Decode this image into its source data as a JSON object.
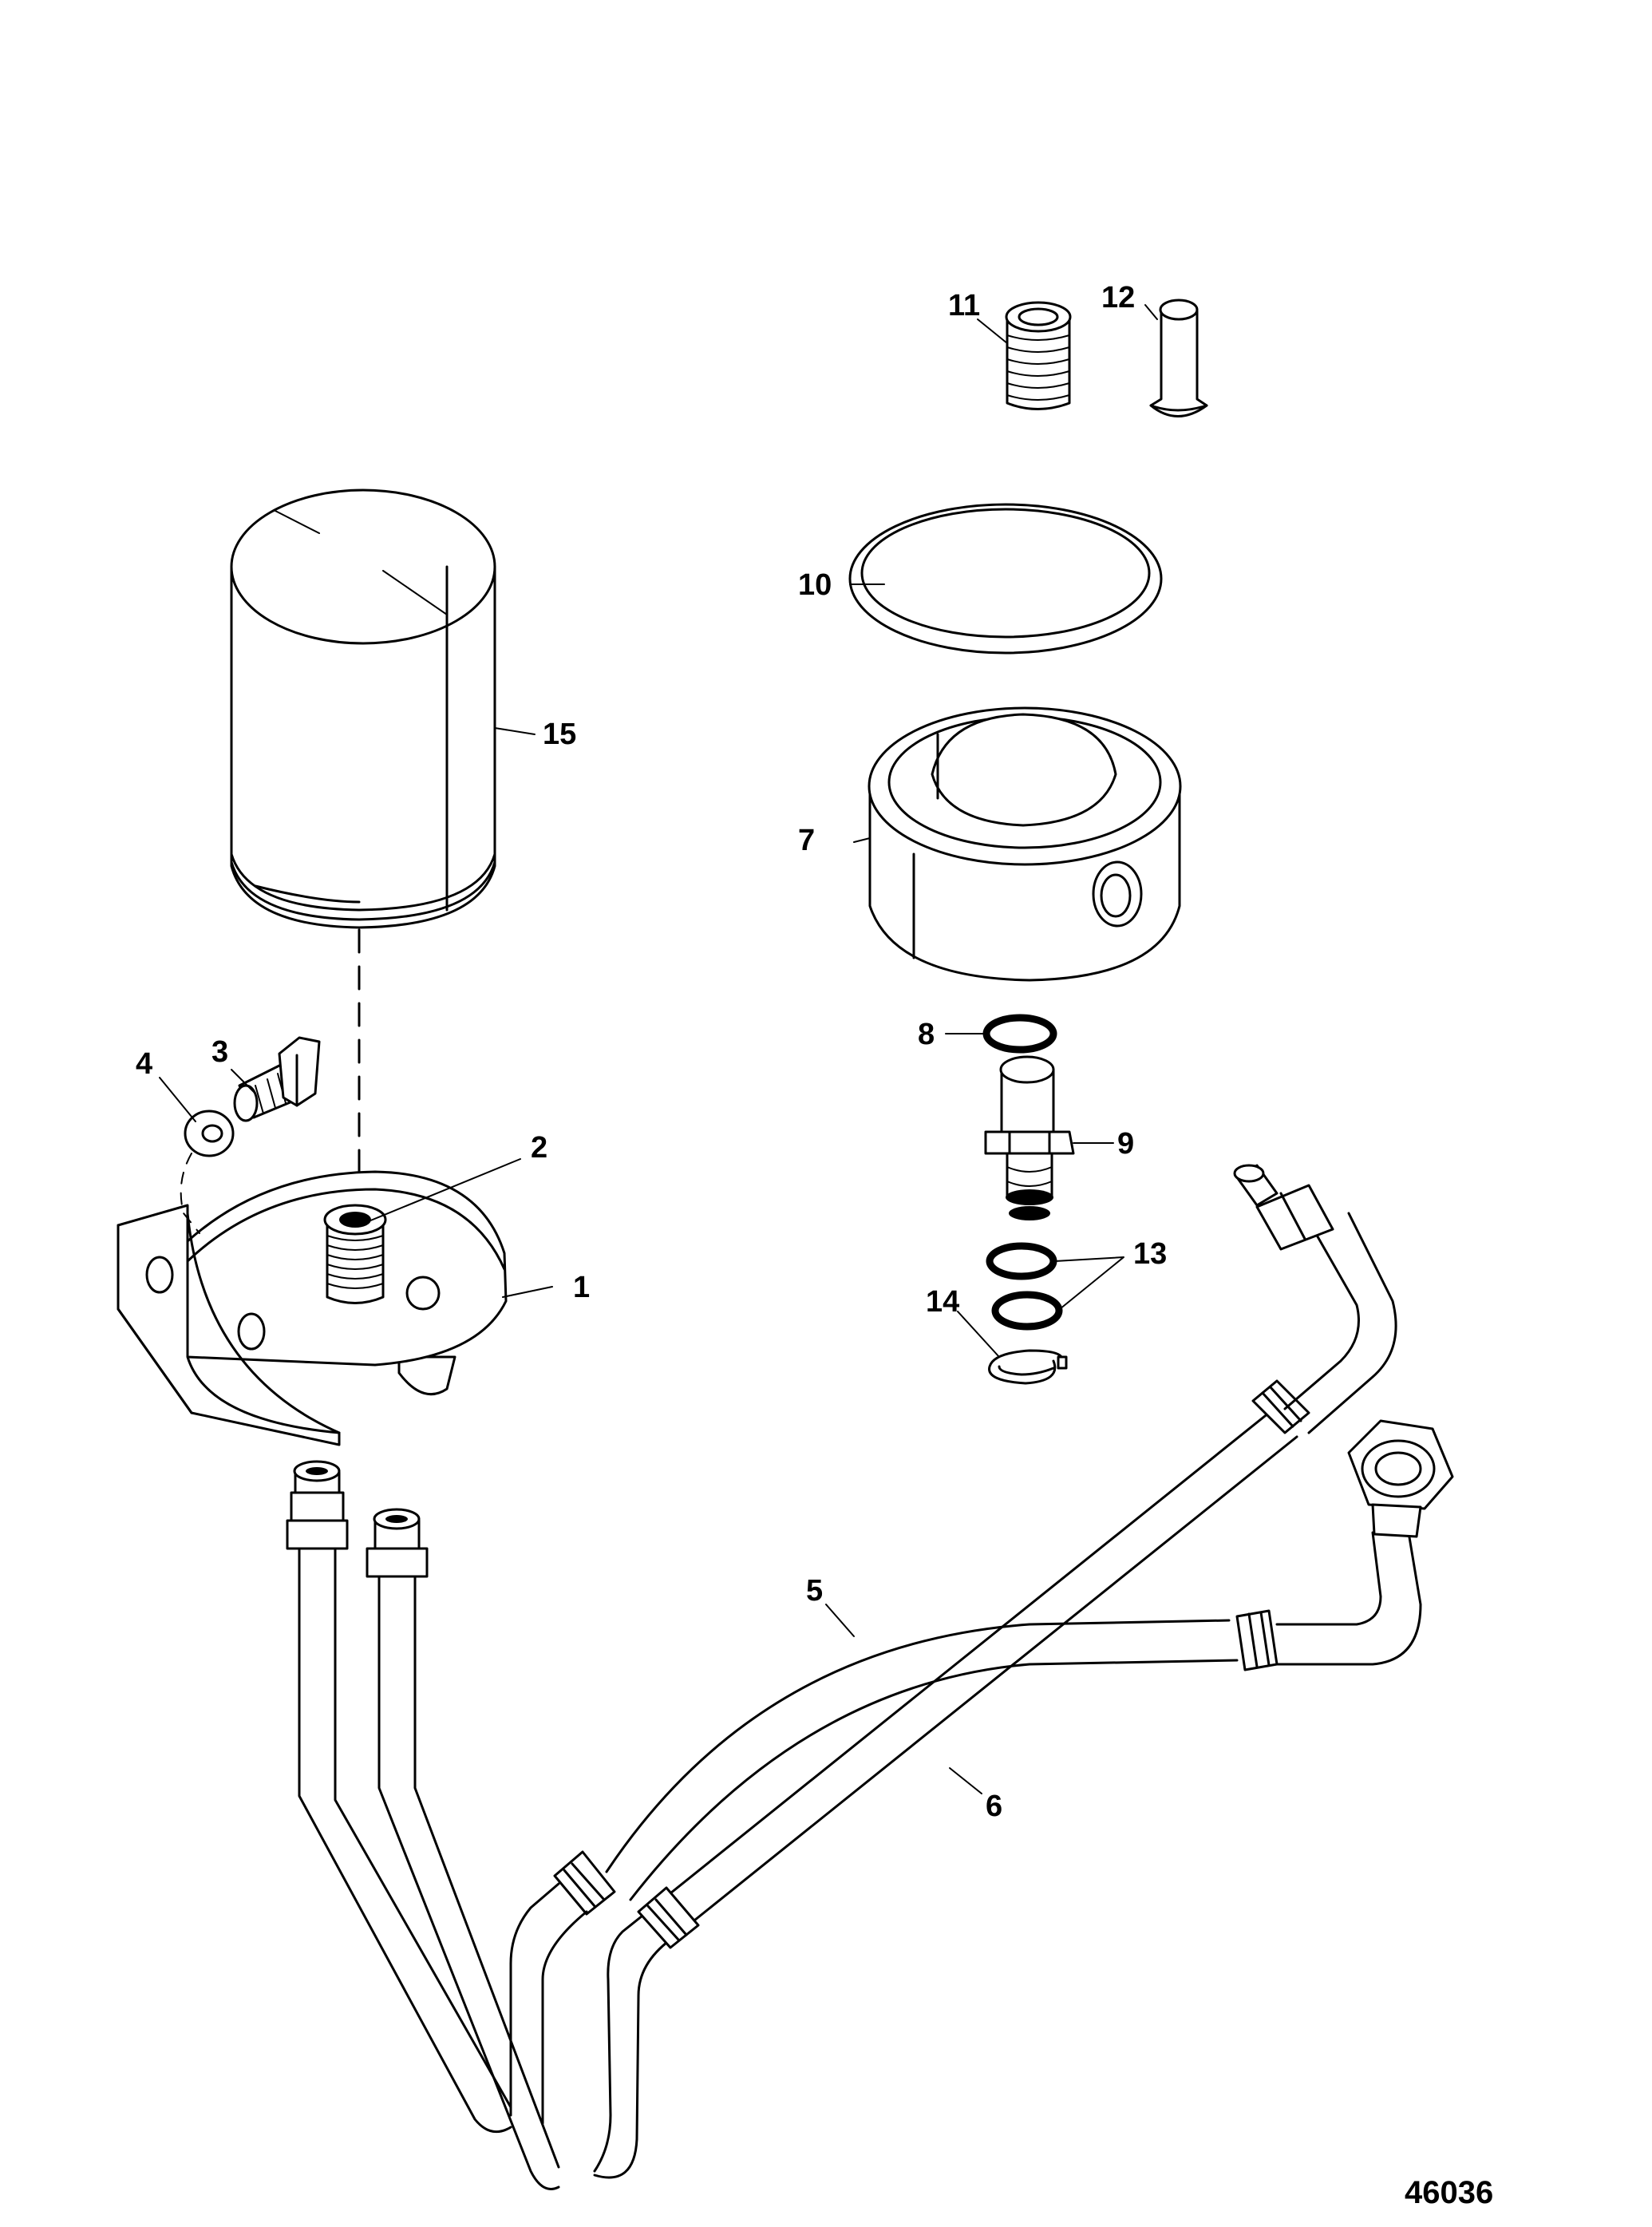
{
  "callouts": {
    "c1": "1",
    "c2": "2",
    "c3": "3",
    "c4": "4",
    "c5": "5",
    "c6": "6",
    "c7": "7",
    "c8": "8",
    "c9": "9",
    "c10": "10",
    "c11": "11",
    "c12": "12",
    "c13": "13",
    "c14": "14",
    "c15": "15"
  },
  "figure_number": "46036"
}
